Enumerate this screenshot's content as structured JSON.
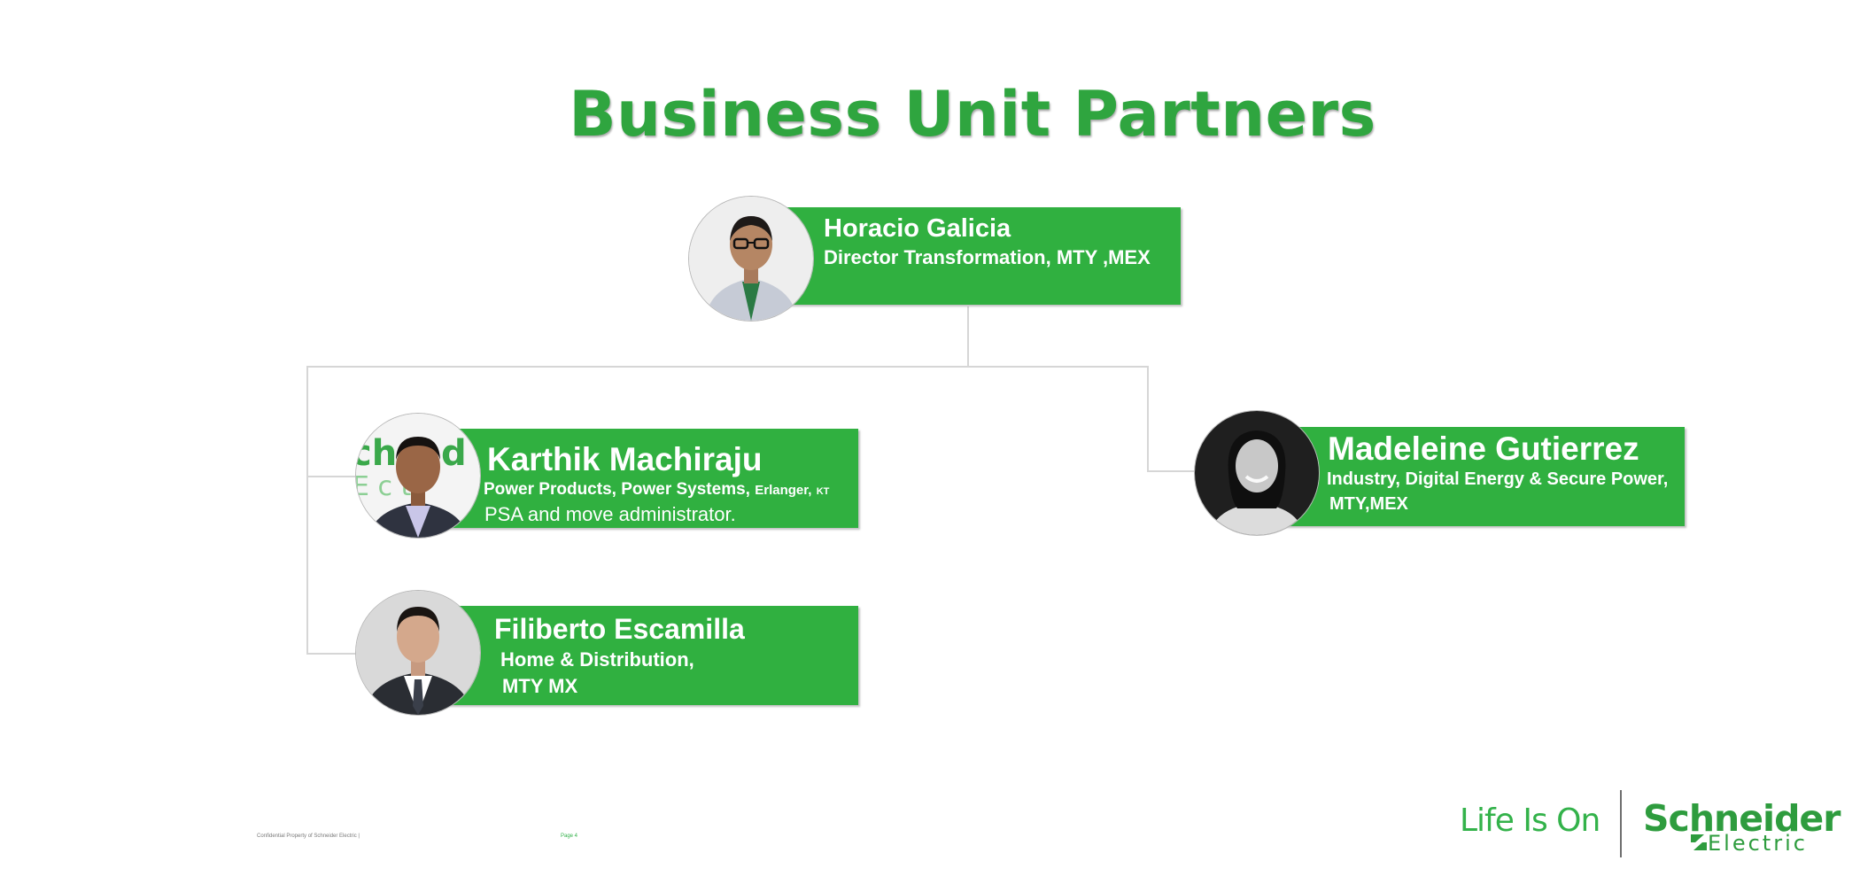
{
  "title": "Business Unit Partners",
  "colors": {
    "accent": "#30b040",
    "title": "#2fa53f",
    "connector": "#d6d6d6"
  },
  "people": {
    "director": {
      "name": "Horacio Galicia",
      "role": "Director Transformation, MTY ,MEX"
    },
    "karthik": {
      "name": "Karthik Machiraju",
      "role_main": "Power Products, Power Systems,",
      "role_small": "Erlanger,",
      "role_tiny": "KT",
      "role_line2": "PSA and move administrator."
    },
    "filiberto": {
      "name": "Filiberto Escamilla",
      "role_line1": "Home & Distribution,",
      "role_line2": "MTY MX"
    },
    "madeleine": {
      "name": "Madeleine Gutierrez",
      "role_line1": "Industry, Digital Energy & Secure Power,",
      "role_line2": "MTY,MEX"
    }
  },
  "footer": {
    "confidential": "Confidential Property of Schneider Electric |",
    "page": "Page 4",
    "tagline": "Life Is On",
    "brand_top": "Schneider",
    "brand_bottom": "Electric"
  }
}
